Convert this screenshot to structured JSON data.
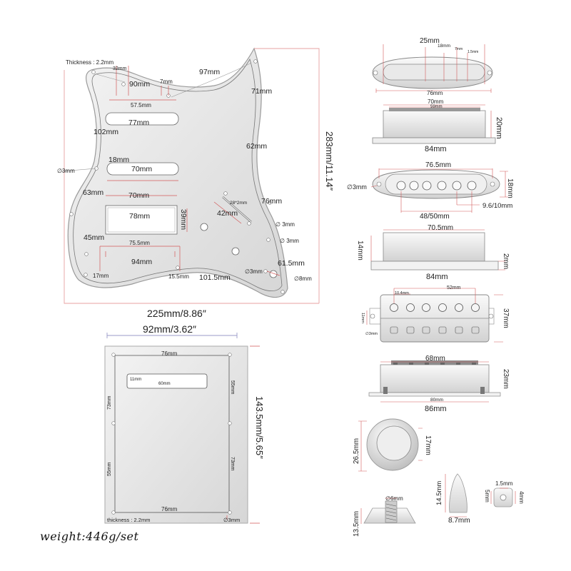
{
  "pickguard": {
    "thickness": "Thickness : 2.2mm",
    "d32": "32mm",
    "d90": "90mm",
    "d7": "7mm",
    "d97": "97mm",
    "d57_5": "57.5mm",
    "d71": "71mm",
    "d77": "77mm",
    "d102": "102mm",
    "d62": "62mm",
    "d18": "18mm",
    "d70a": "70mm",
    "hole3_left": "∅3mm",
    "d63": "63mm",
    "d70b": "70mm",
    "d28x2": "28*2mm",
    "d76": "76mm",
    "d78": "78mm",
    "d39": "39mm",
    "d42": "42mm",
    "hole3_r1": "∅ 3mm",
    "d45": "45mm",
    "hole3_r2": "∅ 3mm",
    "d75_5": "75.5mm",
    "d94": "94mm",
    "d61_5": "61.5mm",
    "hole3_r3": "∅3mm",
    "hole8": "∅8mm",
    "d17": "17mm",
    "d15_5": "15.5mm",
    "d101_5": "101.5mm",
    "height": "283mm/11.14″",
    "width": "225mm/8.86″"
  },
  "backplate": {
    "width": "92mm/3.62″",
    "d76_top": "76mm",
    "d11": "11mm",
    "d60": "60mm",
    "d55_right": "55mm",
    "d73_left": "73mm",
    "d55_left": "55mm",
    "d73_right": "73mm",
    "height": "143.5mm/5.65″",
    "thickness": "thickness : 2.2mm",
    "d76_bottom": "76mm",
    "hole3": "∅3mm"
  },
  "single_cover": {
    "d25": "25mm",
    "d18": "18mm",
    "d7": "7mm",
    "d1_5": "1.5mm",
    "d76": "76mm"
  },
  "single_side": {
    "d70": "70mm",
    "d59": "59mm",
    "d20": "20mm",
    "d84": "84mm"
  },
  "single_pickup": {
    "d76_5": "76.5mm",
    "hole3": "∅3mm",
    "d18": "18mm",
    "d48_50": "48/50mm",
    "d9_6_10": "9.6/10mm"
  },
  "single_side2": {
    "d70_5": "70.5mm",
    "d14": "14mm",
    "d2": "2mm",
    "d84": "84mm"
  },
  "humbucker_top": {
    "d10_4": "10.4mm",
    "d52": "52mm",
    "d37": "37mm",
    "d11": "11mm",
    "hole3": "∅3mm"
  },
  "humbucker_side": {
    "d68": "68mm",
    "d23": "23mm",
    "d80": "80mm",
    "d86": "86mm"
  },
  "knob": {
    "d26_5": "26.5mm",
    "d17": "17mm"
  },
  "knob_side": {
    "d6": "∅6mm",
    "d13_5": "13.5mm"
  },
  "switch_tip": {
    "d14_5": "14.5mm",
    "d8_7": "8.7mm"
  },
  "switch_end": {
    "d1_5": "1.5mm",
    "d5": "5mm",
    "d4": "4mm"
  },
  "weight": "weight:446g/set"
}
